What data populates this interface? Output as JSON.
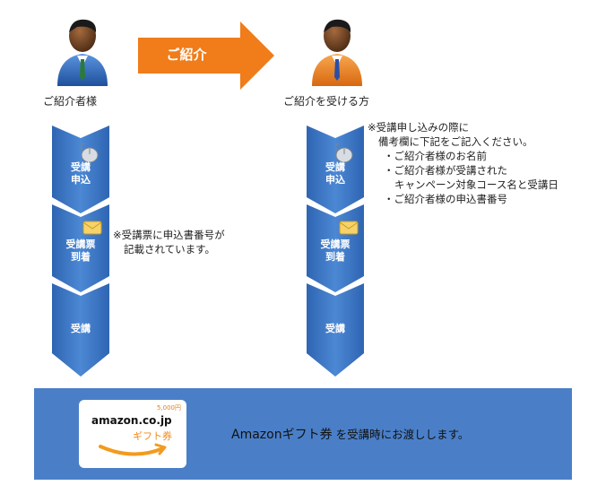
{
  "introducer": {
    "caption": "ご紹介者様"
  },
  "referral_arrow": {
    "label": "ご紹介"
  },
  "referee": {
    "caption": "ご紹介を受ける方"
  },
  "flow_steps": [
    {
      "line1": "受講",
      "line2": "申込",
      "icon": "mouse-icon"
    },
    {
      "line1": "受講票",
      "line2": "到着",
      "icon": "envelope-icon"
    },
    {
      "line1": "受講",
      "line2": "",
      "icon": ""
    }
  ],
  "left_note": {
    "line1": "※受講票に申込書番号が",
    "line2": "記載されています。"
  },
  "right_note": {
    "lines": [
      "※受講申し込みの際に",
      "備考欄に下記をご記入ください。",
      "・ご紹介者様のお名前",
      "・ご紹介者様が受講された",
      "キャンペーン対象コース名と受講日",
      "・ご紹介者様の申込書番号"
    ]
  },
  "gift_card": {
    "amount": "5,000円",
    "brand": "amazon.co.jp",
    "label": "ギフト券"
  },
  "banner": {
    "text_bold": "Amazonギフト券",
    "text_rest": " を受講時にお渡しします。"
  },
  "colors": {
    "orange": "#f07c1a",
    "flow_blue": "#3a74c2",
    "banner_blue": "#4a7fc8",
    "introducer_shirt": "#2f6bc8",
    "referee_shirt": "#f08a1c"
  }
}
